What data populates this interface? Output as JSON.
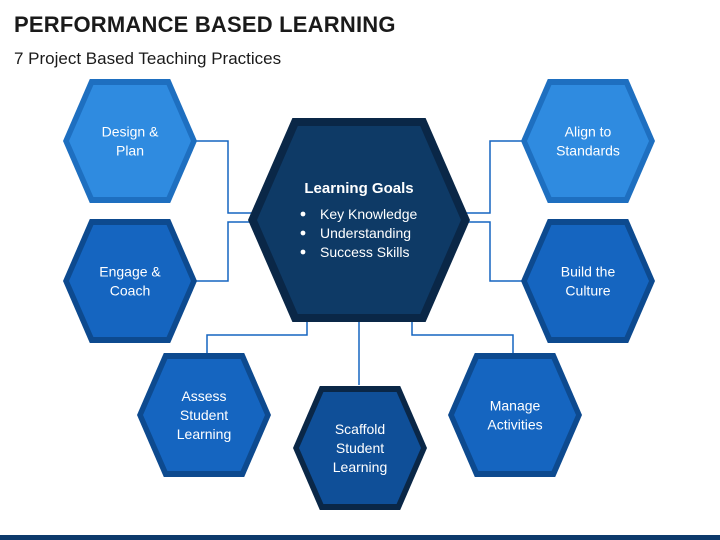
{
  "title": "PERFORMANCE BASED LEARNING",
  "subtitle": "7 Project Based Teaching Practices",
  "colors": {
    "center_fill": "#0e3a66",
    "center_border": "#0a2747",
    "node_light_fill": "#2f8be0",
    "node_light_border": "#1e6fc0",
    "node_dark_fill": "#1565c0",
    "node_dark_border": "#0d4a8f",
    "node_darkest_fill": "#0f4f98",
    "connector": "#1565c0"
  },
  "center": {
    "title": "Learning Goals",
    "items": [
      "Key Knowledge",
      "Understanding",
      "Success Skills"
    ]
  },
  "nodes": [
    {
      "id": "design-plan",
      "lines": [
        "Design &",
        "Plan"
      ]
    },
    {
      "id": "engage-coach",
      "lines": [
        "Engage &",
        "Coach"
      ]
    },
    {
      "id": "assess-student-learning",
      "lines": [
        "Assess",
        "Student",
        "Learning"
      ]
    },
    {
      "id": "scaffold-student-learning",
      "lines": [
        "Scaffold",
        "Student",
        "Learning"
      ]
    },
    {
      "id": "manage-activities",
      "lines": [
        "Manage",
        "Activities"
      ]
    },
    {
      "id": "build-the-culture",
      "lines": [
        "Build the",
        "Culture"
      ]
    },
    {
      "id": "align-to-standards",
      "lines": [
        "Align to",
        "Standards"
      ]
    }
  ]
}
